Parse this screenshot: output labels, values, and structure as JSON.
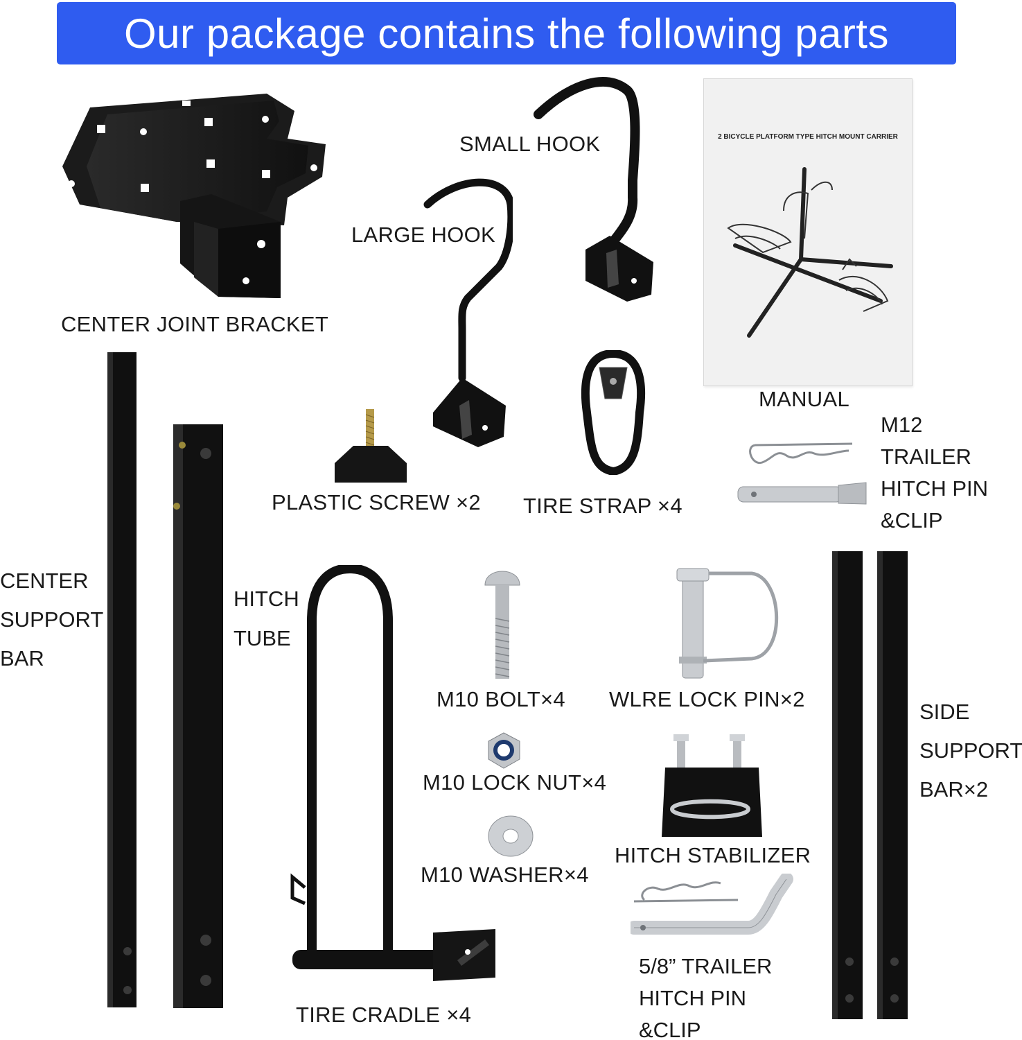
{
  "banner": {
    "title": "Our package contains the following parts",
    "color": "#2f5cf0"
  },
  "parts": {
    "center_joint_bracket": "CENTER JOINT BRACKET",
    "small_hook": "SMALL HOOK",
    "large_hook": "LARGE HOOK",
    "manual": {
      "label": "MANUAL",
      "cover_title": "2 BICYCLE  PLATFORM TYPE HITCH MOUNT CARRIER"
    },
    "plastic_screw": "PLASTIC SCREW ×2",
    "tire_strap": "TIRE STRAP ×4",
    "m12_pin": [
      "M12",
      "TRAILER",
      "HITCH PIN",
      "&CLIP"
    ],
    "center_support_bar": [
      "CENTER",
      "SUPPORT",
      "BAR"
    ],
    "hitch_tube": [
      "HITCH",
      "TUBE"
    ],
    "m10_bolt": "M10 BOLT×4",
    "wire_lock_pin": "WLRE LOCK PIN×2",
    "side_support_bar": [
      "SIDE",
      "SUPPORT",
      "BAR×2"
    ],
    "m10_lock_nut": "M10 LOCK NUT×4",
    "m10_washer": "M10 WASHER×4",
    "hitch_stabilizer": "HITCH STABILIZER",
    "trailer_pin_58": [
      "5/8”  TRAILER",
      "HITCH PIN",
      "&CLIP"
    ],
    "tire_cradle": "TIRE CRADLE ×4"
  }
}
